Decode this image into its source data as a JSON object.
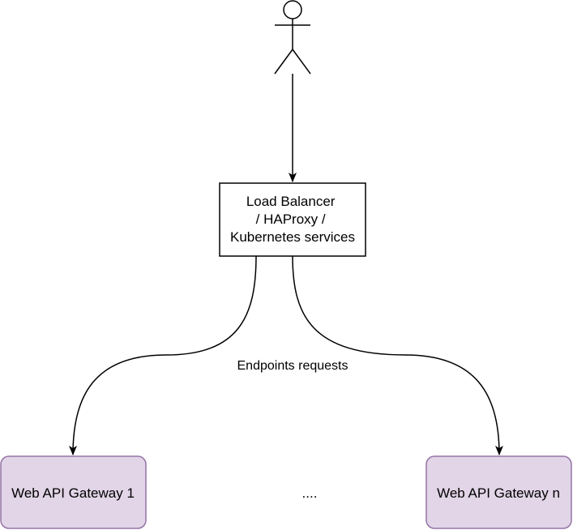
{
  "diagram": {
    "colors": {
      "stroke": "#000000",
      "gateway_fill": "#e1d5e7",
      "gateway_stroke": "#9673a6",
      "box_fill": "#ffffff"
    },
    "actor": {
      "icon": "actor-icon"
    },
    "load_balancer": {
      "line1": "Load Balancer",
      "line2": "/ HAProxy /",
      "line3": "Kubernetes services"
    },
    "edge_label": "Endpoints requests",
    "gateway_1": "Web API Gateway 1",
    "gateway_n": "Web API Gateway n",
    "ellipsis": "...."
  }
}
